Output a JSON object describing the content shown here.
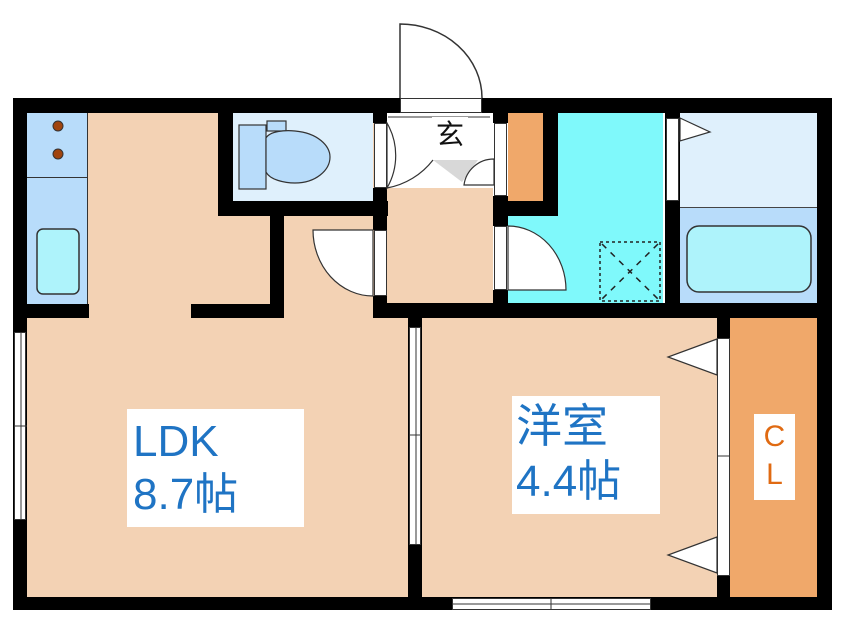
{
  "floorplan": {
    "rooms": {
      "ldk": {
        "name": "LDK",
        "size": "8.7帖",
        "fill": "#f3d2b4"
      },
      "western": {
        "name": "洋室",
        "size": "4.4帖",
        "fill": "#f3d2b4"
      },
      "closet": {
        "letter1": "C",
        "letter2": "L",
        "fill": "#f0a86a",
        "text_color": "#e06a12"
      },
      "entrance": {
        "name": "玄"
      },
      "washroom": {
        "fill": "#7ff9fb"
      },
      "bathroom": {
        "fill": "#dff0fc"
      },
      "toilet": {
        "fill": "#dff0fc"
      },
      "kitchen": {
        "fill": "#b8dcfa"
      }
    },
    "colors": {
      "wall": "#000000",
      "label_text": "#1f74c4",
      "floor": "#f3d2b4",
      "cabinet": "#f0a86a"
    }
  }
}
